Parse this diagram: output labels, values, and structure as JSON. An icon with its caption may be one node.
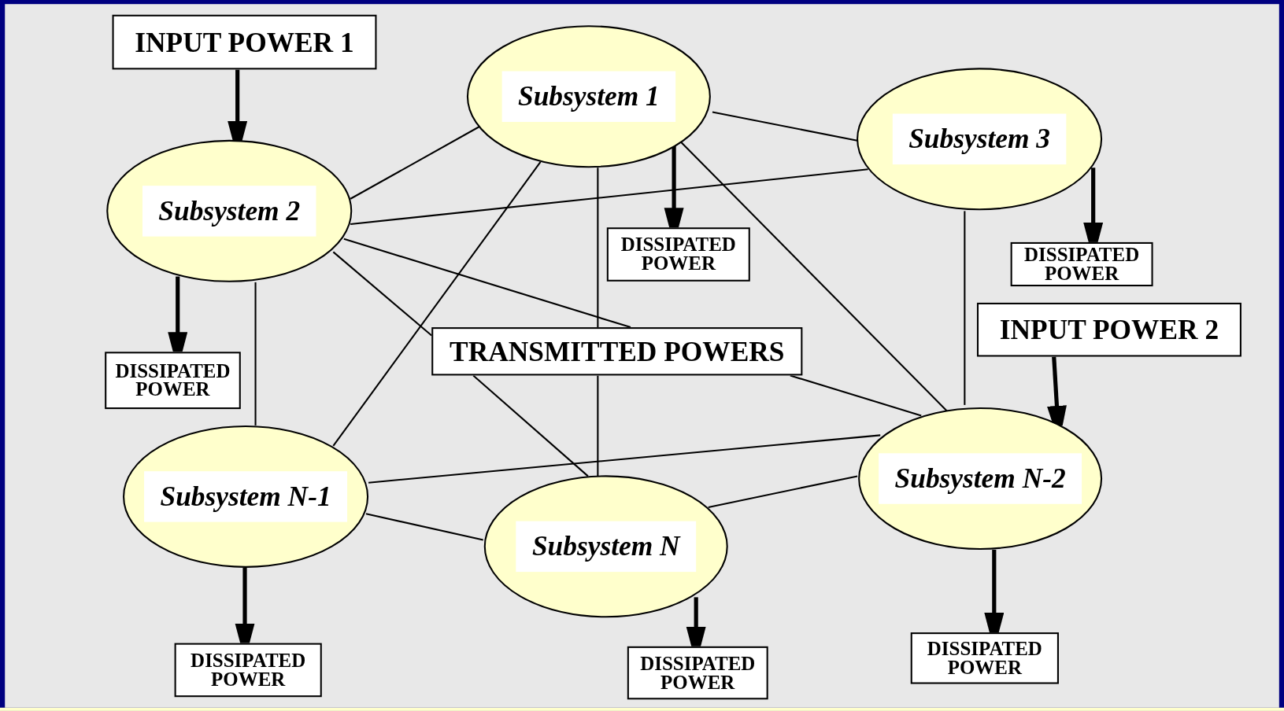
{
  "diagram": {
    "nodes": [
      {
        "text": [
          "INPUT POWER 1"
        ]
      },
      {
        "text": [
          "Subsystem 1"
        ]
      },
      {
        "text": [
          "Subsystem 3"
        ]
      },
      {
        "text": [
          "Subsystem 2"
        ]
      },
      {
        "text": [
          "DISSIPATED POWER"
        ]
      },
      {
        "text": [
          "DISSIPATED POWER"
        ]
      },
      {
        "text": [
          "INPUT POWER 2"
        ]
      },
      {
        "text": [
          "TRANSMITTED POWERS"
        ]
      },
      {
        "text": [
          "DISSIPATED POWER"
        ]
      },
      {
        "text": [
          "Subsystem N-2"
        ]
      },
      {
        "text": [
          "Subsystem N-1"
        ]
      },
      {
        "text": [
          "Subsystem N"
        ]
      },
      {
        "text": [
          "DISSIPATED POWER"
        ]
      },
      {
        "text": [
          "DISSIPATED POWER"
        ]
      },
      {
        "text": [
          "DISSIPATED POWER"
        ]
      }
    ],
    "edges": [
      {
        "from": 0,
        "to": 3,
        "arrow": "to",
        "style": "thick"
      },
      {
        "from": 1,
        "to": 4,
        "arrow": "to",
        "style": "thick"
      },
      {
        "from": 2,
        "to": 5,
        "arrow": "to",
        "style": "thick"
      },
      {
        "from": 3,
        "to": 8,
        "arrow": "to",
        "style": "thick"
      },
      {
        "from": 6,
        "to": 9,
        "arrow": "to",
        "style": "thick"
      },
      {
        "from": 10,
        "to": 12,
        "arrow": "to",
        "style": "thick"
      },
      {
        "from": 11,
        "to": 13,
        "arrow": "to",
        "style": "thick"
      },
      {
        "from": 9,
        "to": 14,
        "arrow": "to",
        "style": "thick"
      },
      {
        "from": 1,
        "to": 3,
        "arrow": "none"
      },
      {
        "from": 1,
        "to": 2,
        "arrow": "none"
      },
      {
        "from": 2,
        "to": 3,
        "arrow": "none"
      },
      {
        "from": 1,
        "to": 10,
        "arrow": "none"
      },
      {
        "from": 1,
        "to": 7,
        "arrow": "none"
      },
      {
        "from": 3,
        "to": 7,
        "arrow": "none"
      },
      {
        "from": 3,
        "to": 7,
        "arrow": "none"
      },
      {
        "from": 7,
        "to": 11,
        "arrow": "none"
      },
      {
        "from": 7,
        "to": 11,
        "arrow": "none"
      },
      {
        "from": 7,
        "to": 9,
        "arrow": "none"
      },
      {
        "from": 1,
        "to": 9,
        "arrow": "none"
      },
      {
        "from": 2,
        "to": 9,
        "arrow": "none"
      },
      {
        "from": 3,
        "to": 10,
        "arrow": "none"
      },
      {
        "from": 10,
        "to": 9,
        "arrow": "none"
      },
      {
        "from": 10,
        "to": 11,
        "arrow": "none"
      },
      {
        "from": 11,
        "to": 9,
        "arrow": "none"
      }
    ]
  }
}
